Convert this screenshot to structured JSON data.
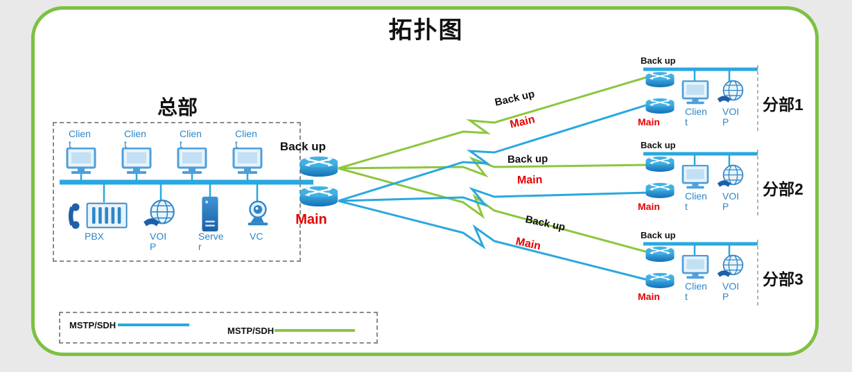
{
  "title": "拓扑图",
  "colors": {
    "border_green": "#7dc142",
    "line_green": "#8cc63e",
    "line_blue": "#29a8df",
    "label_blue": "#2e86c8",
    "main_red": "#e60000"
  },
  "headquarters": {
    "label": "总部",
    "clients": [
      "Clien\nt",
      "Clien\nt",
      "Clien\nt",
      "Clien\nt"
    ],
    "pbx_label": "PBX",
    "voip_label": "VOI\nP",
    "server_label": "Serve\nr",
    "vc_label": "VC",
    "backup_router_label": "Back up",
    "main_router_label": "Main"
  },
  "branches": [
    {
      "name": "分部1",
      "backup_label": "Back up",
      "main_label": "Main",
      "client_label": "Clien\nt",
      "voip_label": "VOI\nP"
    },
    {
      "name": "分部2",
      "backup_label": "Back up",
      "main_label": "Main",
      "client_label": "Clien\nt",
      "voip_label": "VOI\nP"
    },
    {
      "name": "分部3",
      "backup_label": "Back up",
      "main_label": "Main",
      "client_label": "Clien\nt",
      "voip_label": "VOI\nP"
    }
  ],
  "links": {
    "backup": [
      "Back up",
      "Back up",
      "Back up"
    ],
    "main": [
      "Main",
      "Main",
      "Main"
    ]
  },
  "legend": [
    {
      "label": "MSTP/SDH",
      "color": "#29a8df"
    },
    {
      "label": "MSTP/SDH",
      "color": "#8cc63e"
    }
  ]
}
